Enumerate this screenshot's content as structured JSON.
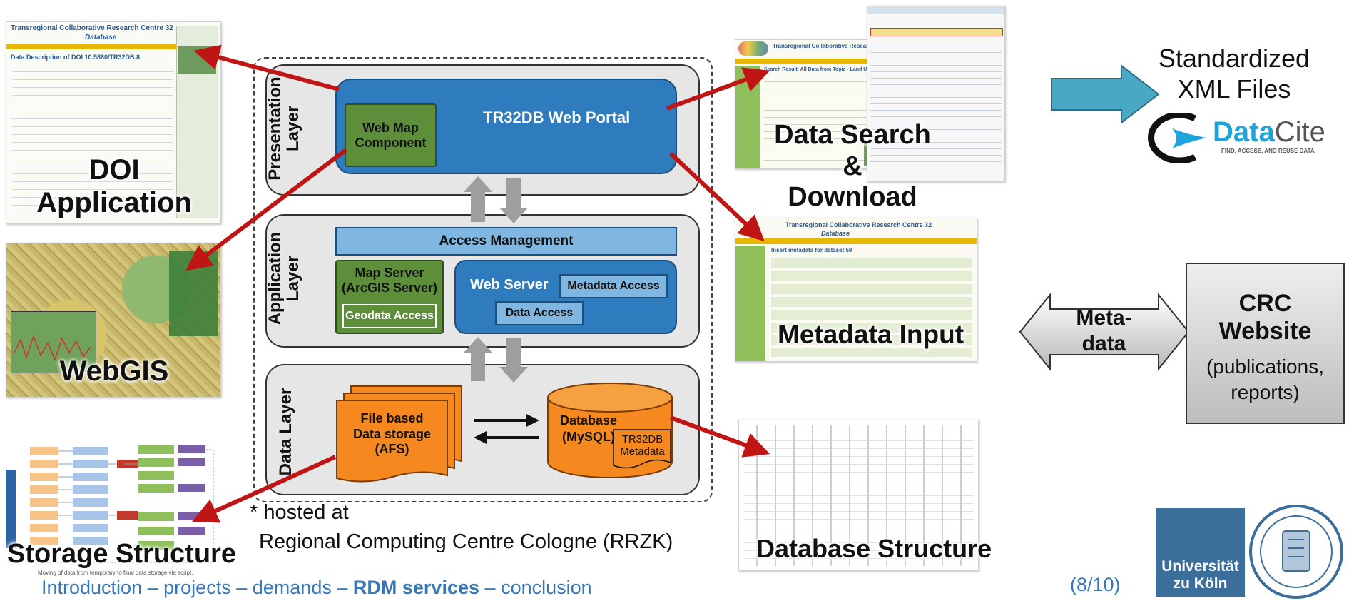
{
  "labels": {
    "doi": "DOI\nApplication",
    "webgis": "WebGIS",
    "storage": "Storage Structure",
    "search": "Data Search &\nDownload",
    "metadata_input": "Metadata Input",
    "db_structure": "Database Structure",
    "xml": "Standardized\nXML Files",
    "meta_data": "Meta-\ndata",
    "crc_title": "CRC\nWebsite",
    "crc_sub": "(publications,\nreports)"
  },
  "diagram": {
    "layers": {
      "presentation": "Presentation\nLayer",
      "application": "Application\nLayer",
      "data": "Data Layer"
    },
    "portal": "TR32DB Web Portal",
    "webmap": "Web Map\nComponent",
    "access_mgmt": "Access Management",
    "map_server": "Map Server\n(ArcGIS Server)",
    "geodata": "Geodata Access",
    "web_server": "Web Server",
    "metadata_access": "Metadata Access",
    "data_access": "Data Access",
    "file_storage": "File based\nData storage\n(AFS)",
    "database": "Database\n(MySQL)",
    "tr32db_meta": "TR32DB\nMetadata",
    "hosted_line1": "* hosted at",
    "hosted_line2": "Regional Computing Centre Cologne (RRZK)"
  },
  "logos": {
    "datacite_a": "Data",
    "datacite_b": "Cite",
    "datacite_tag": "FIND, ACCESS, AND REUSE DATA",
    "uni_line1": "Universität",
    "uni_line2": "zu Köln"
  },
  "nav": {
    "items": [
      "Introduction",
      "projects",
      "demands",
      "RDM services",
      "conclusion"
    ],
    "separator": "–",
    "active_index": 3,
    "page": "(8/10)"
  },
  "screenshots": {
    "db_title": "Transregional Collaborative Research Centre 32",
    "db_sub": "Database",
    "doi_heading": "Data Description of DOI 10.5880/TR32DB.8",
    "search_heading": "Search Result: All Data from Topic - Land Use",
    "meta_heading": "Insert metadata for dataset 58",
    "storage_caption": "Moving of data from temporary to final data storage via script."
  },
  "colors": {
    "nav_blue": "#3a78b5",
    "arrow_red": "#c01515",
    "portal_blue": "#2e7bbd",
    "green": "#5d8f3a",
    "orange": "#f5891f",
    "uni_blue": "#3b6e9a"
  }
}
